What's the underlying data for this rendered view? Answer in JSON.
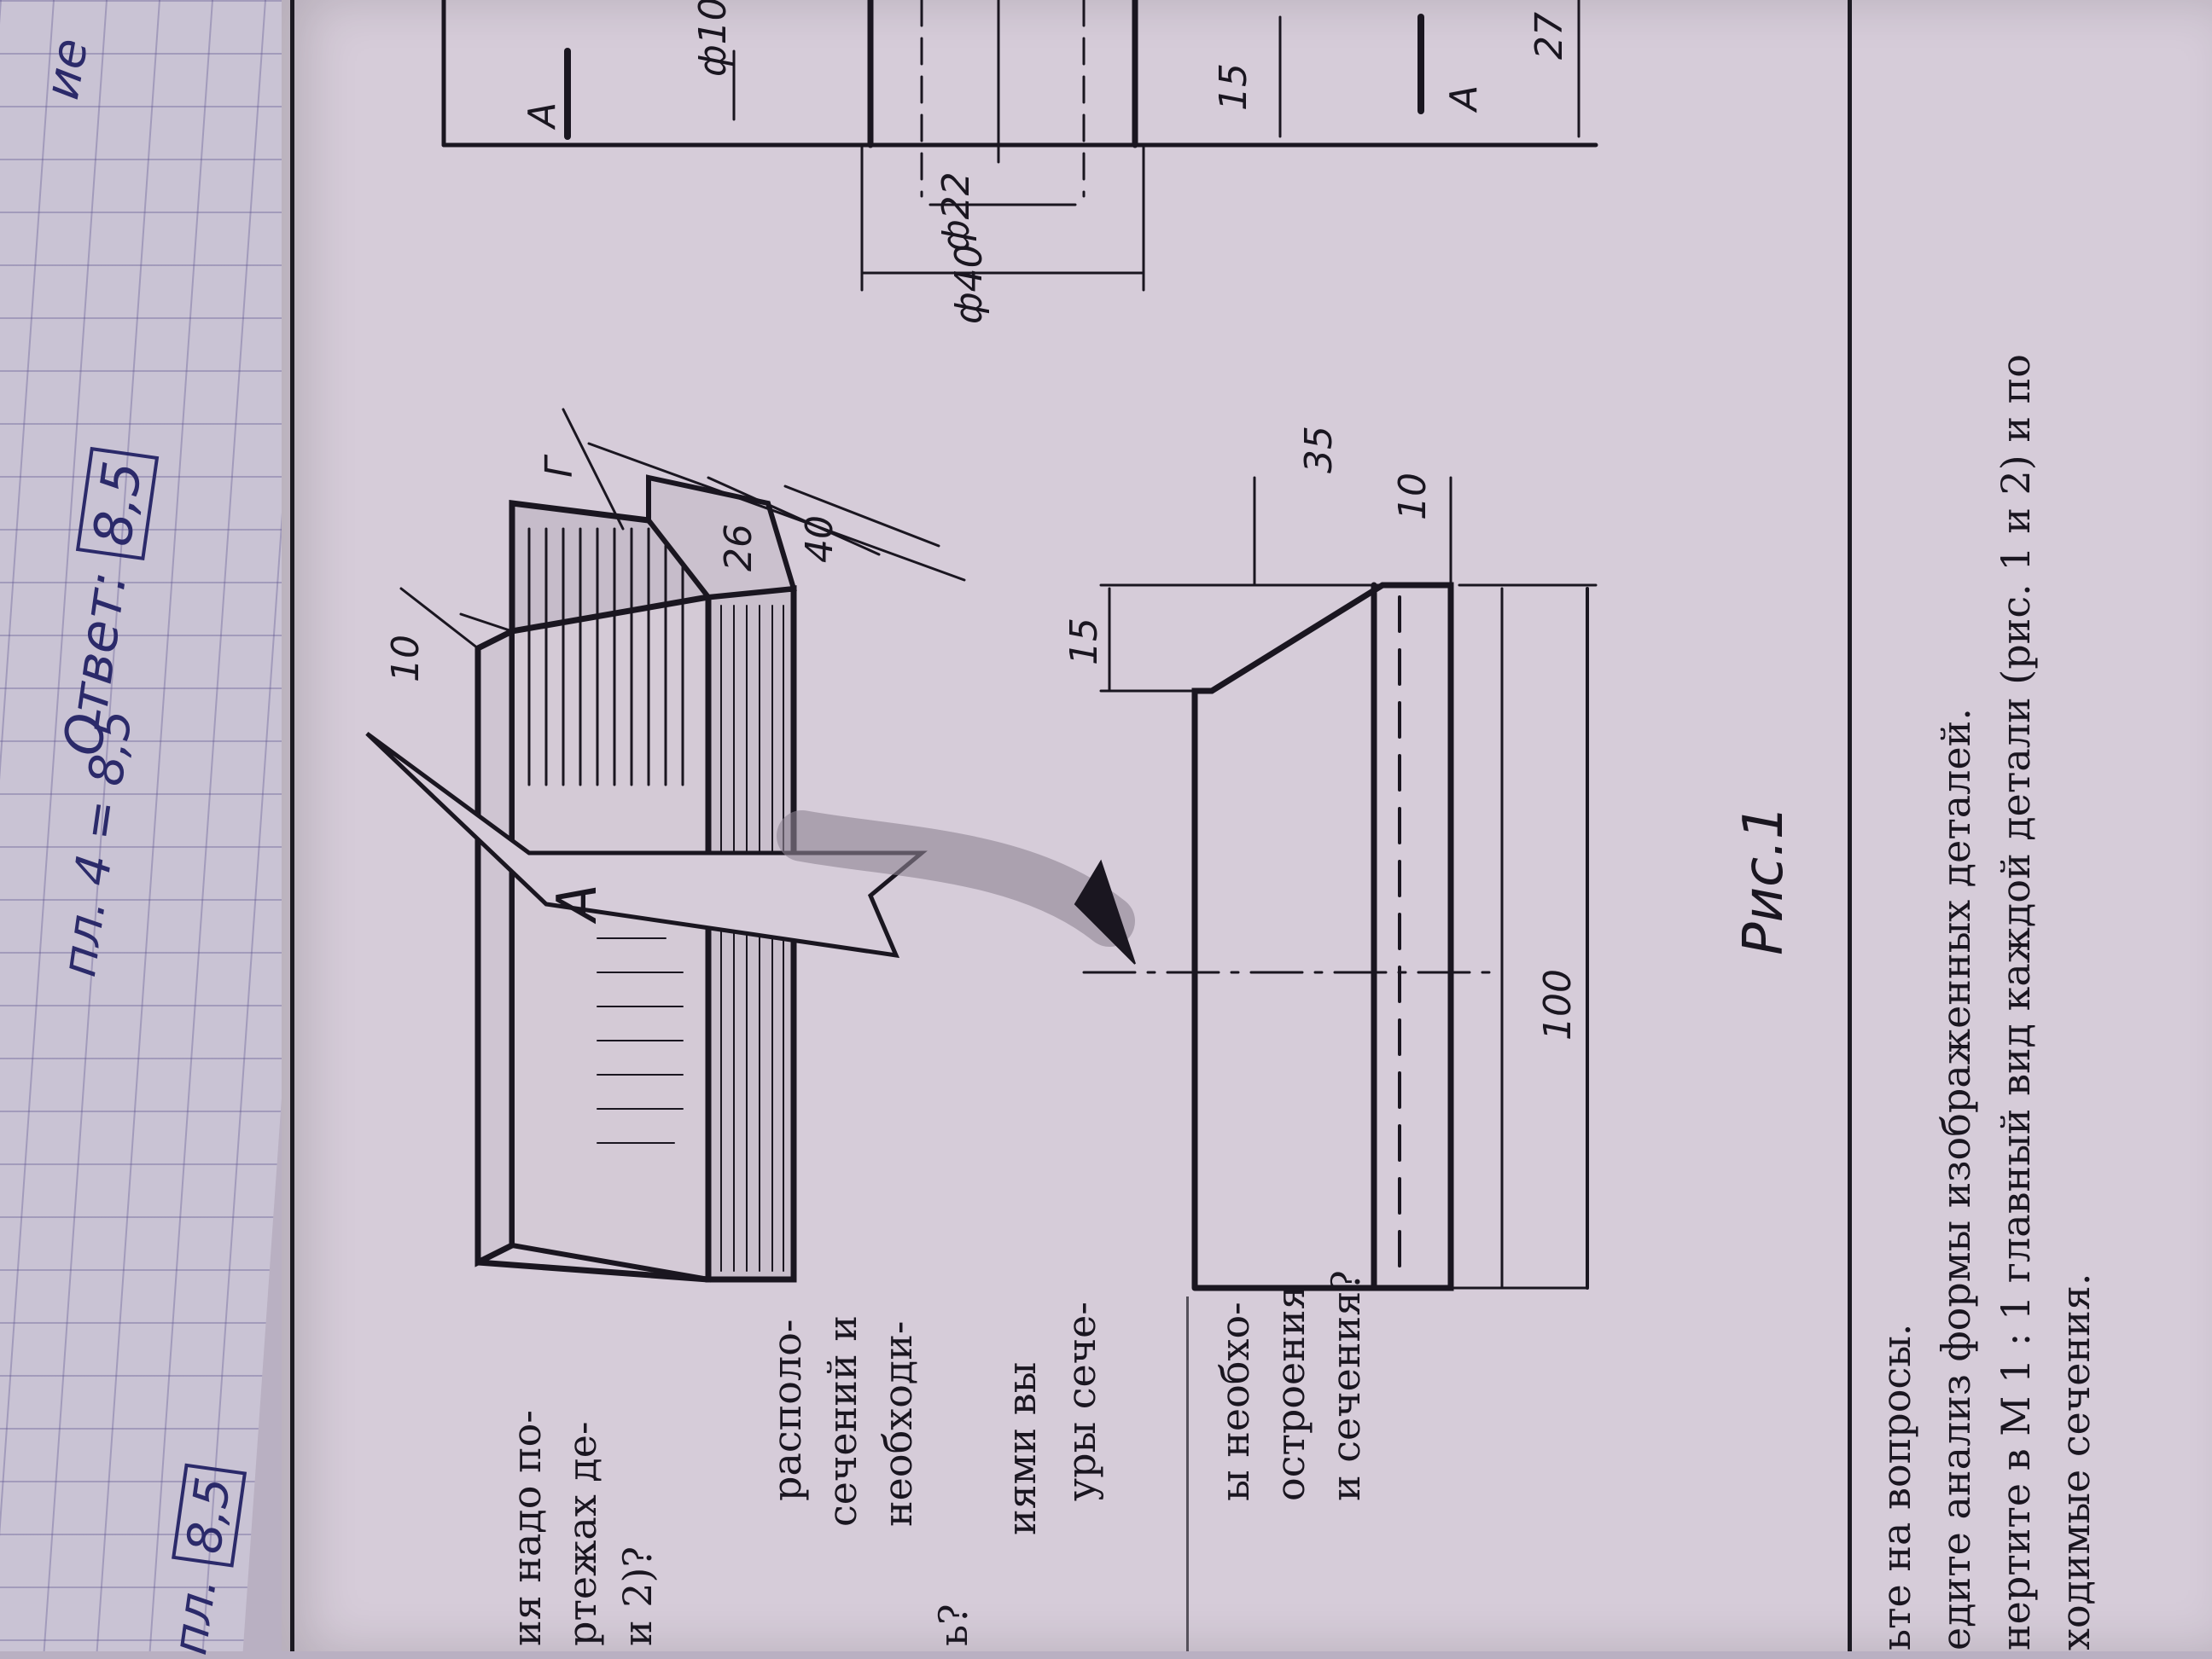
{
  "notebook": {
    "line1": "пл. 4 = 8,5",
    "line2_prefix": "пл.",
    "line2_boxed": "8,5",
    "answer_label": "Ответ:",
    "answer_boxed": "8,5",
    "top_fragment": "ие"
  },
  "left_text": {
    "lines": [
      "ия надо по-",
      "ртежах де-",
      "и 2)?",
      "располо-",
      "сечений и",
      "необходи-",
      "ь?",
      "иями вы",
      "уры сече-",
      "ы необхо-",
      "остроения",
      "и сечения?"
    ]
  },
  "bottom_text": {
    "heading": "ьте на вопросы.",
    "lines": [
      "едите анализ формы изображенных деталей.",
      "нертите в М 1 : 1 главный вид каждой детали (рис. 1 и 2) и по",
      "ходимые сечения."
    ]
  },
  "figure1": {
    "caption": "Рис.1",
    "section_label": "А",
    "dims_iso": [
      "10",
      "26",
      "40",
      "Г"
    ],
    "dims_main": [
      "15",
      "35",
      "10",
      "100"
    ]
  },
  "figure2": {
    "section_label_top": "А",
    "section_label_bottom": "А",
    "dims": [
      "ф40",
      "ф22",
      "ф10",
      "15",
      "27"
    ]
  }
}
